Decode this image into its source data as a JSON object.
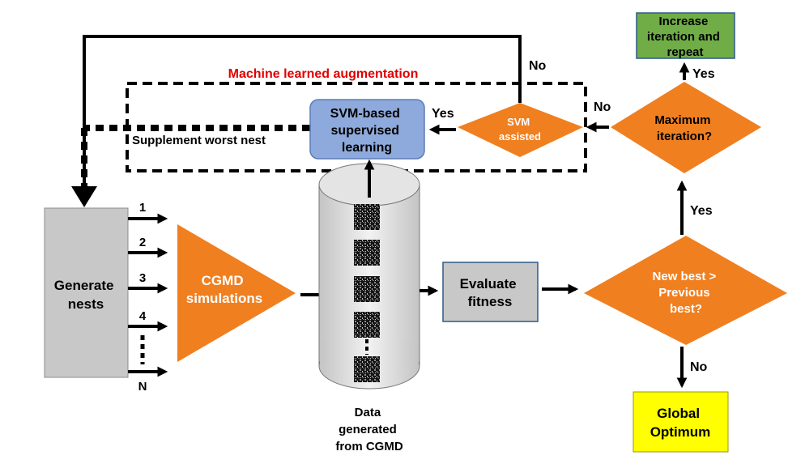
{
  "diagram": {
    "ml_title": "Machine learned augmentation",
    "generate_nests": [
      "Generate",
      "nests"
    ],
    "nest_labels": [
      "1",
      "2",
      "3",
      "4",
      "N"
    ],
    "cgmd_sim": [
      "CGMD",
      "simulations"
    ],
    "data_caption": [
      "Data",
      "generated",
      "from CGMD"
    ],
    "evaluate": [
      "Evaluate",
      "fitness"
    ],
    "new_best": [
      "New best >",
      "Previous",
      "best?"
    ],
    "yes_up": "Yes",
    "no_down": "No",
    "global_opt": [
      "Global",
      "Optimum"
    ],
    "max_iter": [
      "Maximum",
      "iteration?"
    ],
    "no_left_max": "No",
    "yes_up_max": "Yes",
    "increase": [
      "Increase",
      "iteration and",
      "repeat"
    ],
    "svm_assisted": [
      "SVM",
      "assisted"
    ],
    "yes_left_svm": "Yes",
    "no_top_svm": "No",
    "svm_learning": [
      "SVM-based",
      "supervised",
      "learning"
    ],
    "supplement": "Supplement worst nest"
  },
  "colors": {
    "orange": "#F07F20",
    "gray_box": "#C8C8C8",
    "blue_box": "#8EA9DB",
    "green_box": "#70AD47",
    "yellow_box": "#FFFF00",
    "red_text": "#E00000"
  }
}
